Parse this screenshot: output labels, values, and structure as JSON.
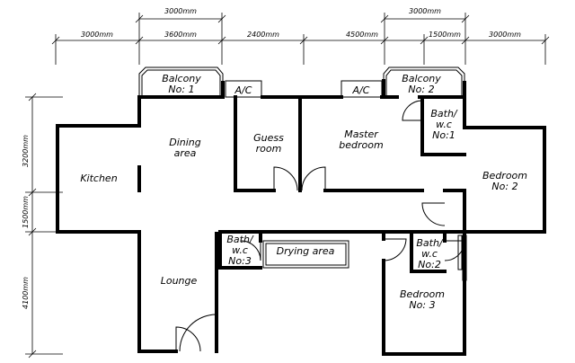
{
  "dimensions": {
    "top_row": [
      "3000mm",
      "3600mm",
      "2400mm",
      "4500mm",
      "1500mm",
      "3000mm"
    ],
    "upper_left": "3000mm",
    "upper_right": "3000mm",
    "left_side": [
      "3200mm",
      "1500mm",
      "4100mm"
    ]
  },
  "rooms": {
    "balcony_1": [
      "Balcony",
      "No: 1"
    ],
    "ac_1": "A/C",
    "ac_2": "A/C",
    "balcony_2": [
      "Balcony",
      "No: 2"
    ],
    "dining": [
      "Dining",
      "area"
    ],
    "guest": [
      "Guess",
      "room"
    ],
    "master": [
      "Master",
      "bedroom"
    ],
    "bath_1": [
      "Bath/",
      "w.c",
      "No:1"
    ],
    "kitchen": "Kitchen",
    "bedroom_2": [
      "Bedroom",
      "No: 2"
    ],
    "bath_3": [
      "Bath/",
      "w.c",
      "No:3"
    ],
    "drying": "Drying area",
    "bath_2": [
      "Bath/",
      "w.c",
      "No:2"
    ],
    "lounge": "Lounge",
    "bedroom_3": [
      "Bedroom",
      "No: 3"
    ]
  }
}
